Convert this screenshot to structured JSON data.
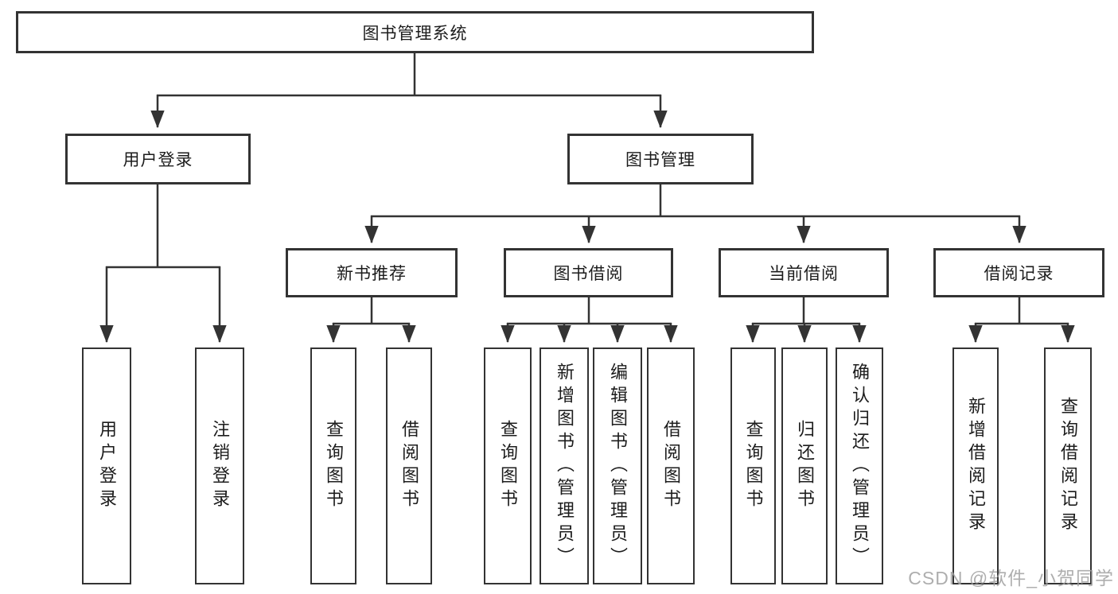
{
  "colors": {
    "line": "#333333",
    "box_border": "#333333",
    "text": "#1c1c1c",
    "background": "#ffffff",
    "watermark": "#a0a0a0"
  },
  "diagram": {
    "type": "hierarchy-tree",
    "root": {
      "label": "图书管理系统"
    },
    "branches": [
      {
        "label": "用户登录",
        "children": [
          {
            "label": "用户登录"
          },
          {
            "label": "注销登录"
          }
        ]
      },
      {
        "label": "图书管理",
        "groups": [
          {
            "label": "新书推荐",
            "children": [
              {
                "label": "查询图书"
              },
              {
                "label": "借阅图书"
              }
            ]
          },
          {
            "label": "图书借阅",
            "children": [
              {
                "label": "查询图书"
              },
              {
                "label": "新增图书（管理员）"
              },
              {
                "label": "编辑图书（管理员）"
              },
              {
                "label": "借阅图书"
              }
            ]
          },
          {
            "label": "当前借阅",
            "children": [
              {
                "label": "查询图书"
              },
              {
                "label": "归还图书"
              },
              {
                "label": "确认归还（管理员）"
              }
            ]
          },
          {
            "label": "借阅记录",
            "children": [
              {
                "label": "新增借阅记录"
              },
              {
                "label": "查询借阅记录"
              }
            ]
          }
        ]
      }
    ]
  },
  "watermark": {
    "text": "CSDN @软件_小贺同学"
  }
}
